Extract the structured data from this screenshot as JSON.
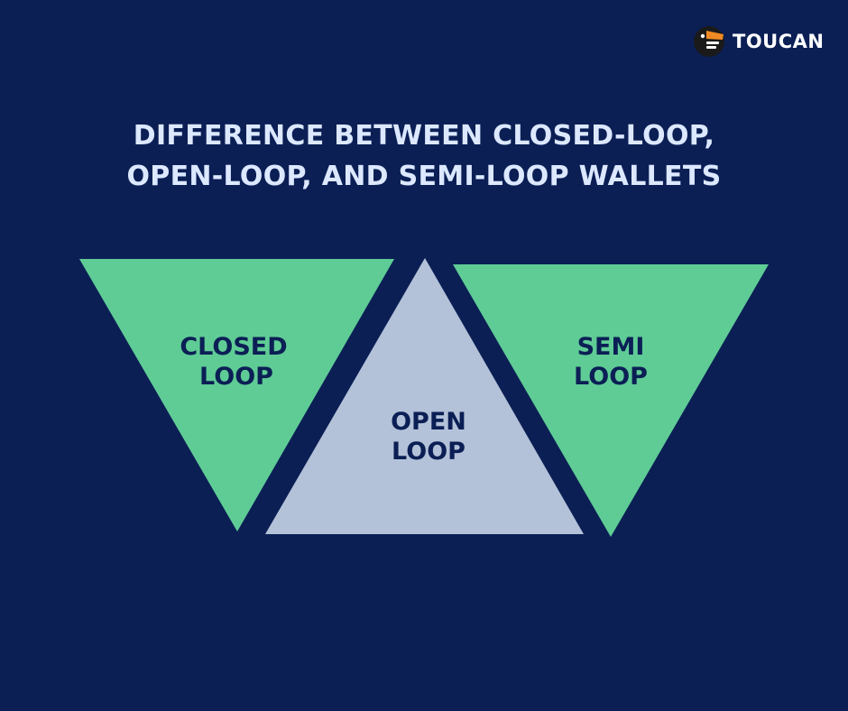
{
  "brand": {
    "name": "TOUCAN",
    "logo_icon": "toucan-logo-icon"
  },
  "title": {
    "line1": "DIFFERENCE BETWEEN CLOSED-LOOP,",
    "line2": "OPEN-LOOP, AND SEMI-LOOP WALLETS"
  },
  "shapes": {
    "closed": {
      "line1": "CLOSED",
      "line2": "LOOP"
    },
    "open": {
      "line1": "OPEN",
      "line2": "LOOP"
    },
    "semi": {
      "line1": "SEMI",
      "line2": "LOOP"
    }
  },
  "colors": {
    "background": "#0b1f55",
    "title_text": "#dce8ff",
    "green_triangle": "#5fcc95",
    "gray_triangle": "#b3c2d8",
    "label_text": "#0b1f55",
    "logo_orange": "#f08a24",
    "logo_dark": "#1a1a1a",
    "logo_white": "#ffffff"
  }
}
